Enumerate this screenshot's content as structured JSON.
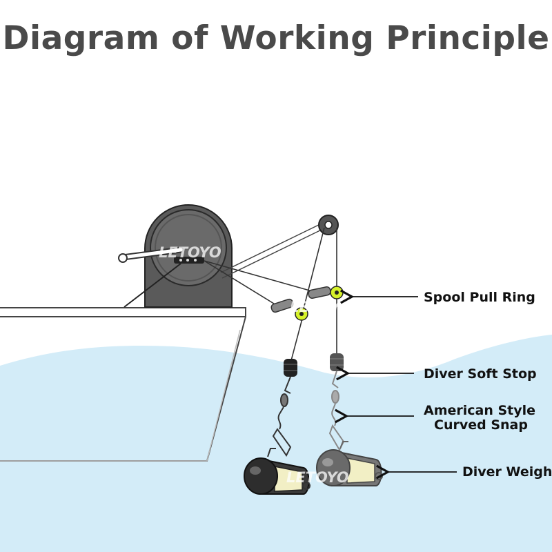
{
  "title": "Diagram of Working Principle",
  "watermark": "LETOYO",
  "labels": {
    "spool_pull_ring": "Spool Pull Ring",
    "diver_soft_stop": "Diver Soft Stop",
    "snap_line1": "American Style",
    "snap_line2": "Curved Snap",
    "diver_weight": "Diver Weight"
  },
  "colors": {
    "water": "#d3ecf8",
    "accent_ring": "#d6f22a",
    "downrigger": "#555555",
    "weight": "#3a3a3a"
  }
}
